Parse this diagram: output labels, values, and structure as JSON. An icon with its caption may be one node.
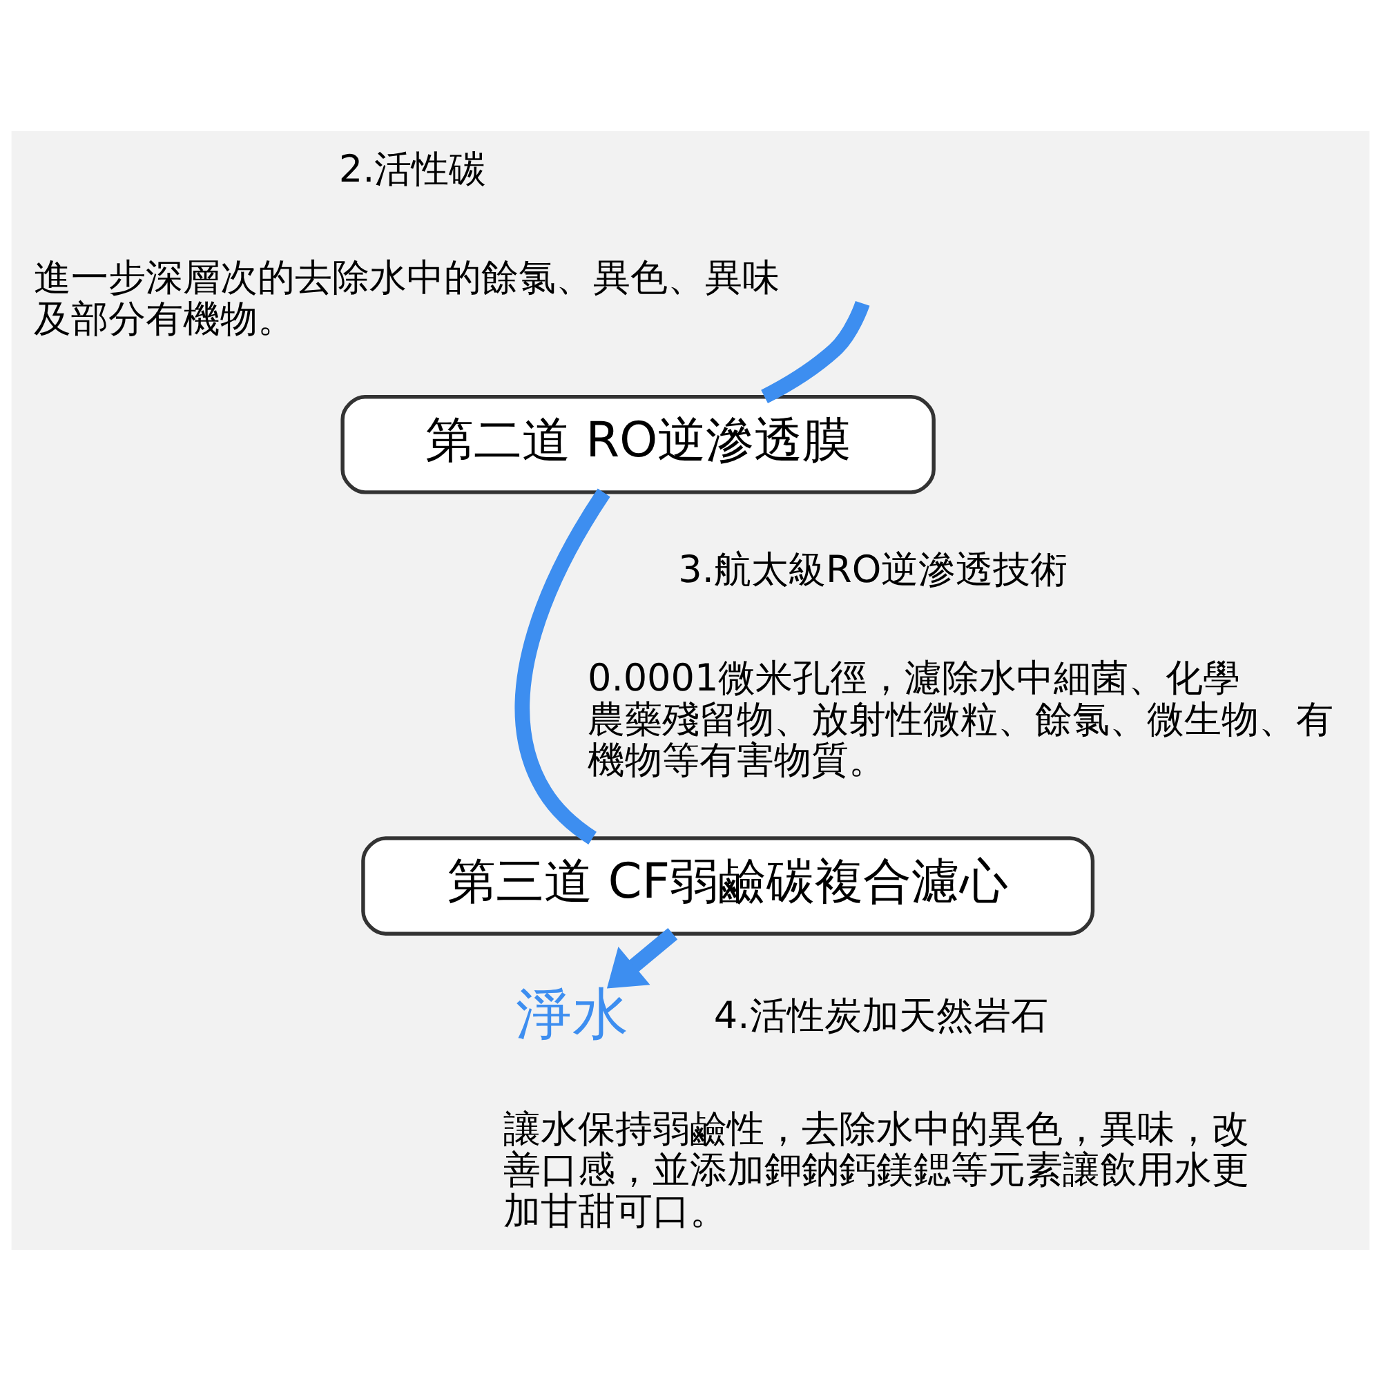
{
  "diagram": {
    "nodes": [
      {
        "text": [
          "第二道 RO逆滲透膜"
        ]
      },
      {
        "text": [
          "第三道 CF弱鹼碳複合濾心"
        ]
      },
      {
        "text": [
          "淨水"
        ]
      }
    ],
    "edges": [
      {
        "from": null,
        "to": 0,
        "arrow": "none"
      },
      {
        "from": 0,
        "to": 1,
        "arrow": "none"
      },
      {
        "from": 1,
        "to": 2,
        "arrow": "to"
      }
    ],
    "labels": [
      "2.活性碳",
      "進一步深層次的去除水中的餘氯、異色、異味及部分有機物。",
      "3.航太級RO逆滲透技術",
      "0.0001微米孔徑，濾除水中細菌、化學農藥殘留物、放射性微粒、餘氯、微生物、有機物等有害物質。",
      "4.活性炭加天然岩石",
      "讓水保持弱鹼性，去除水中的異色，異味，改善口感，並添加鉀鈉鈣鎂鍶等元素讓飲用水更加甘甜可口。"
    ]
  }
}
